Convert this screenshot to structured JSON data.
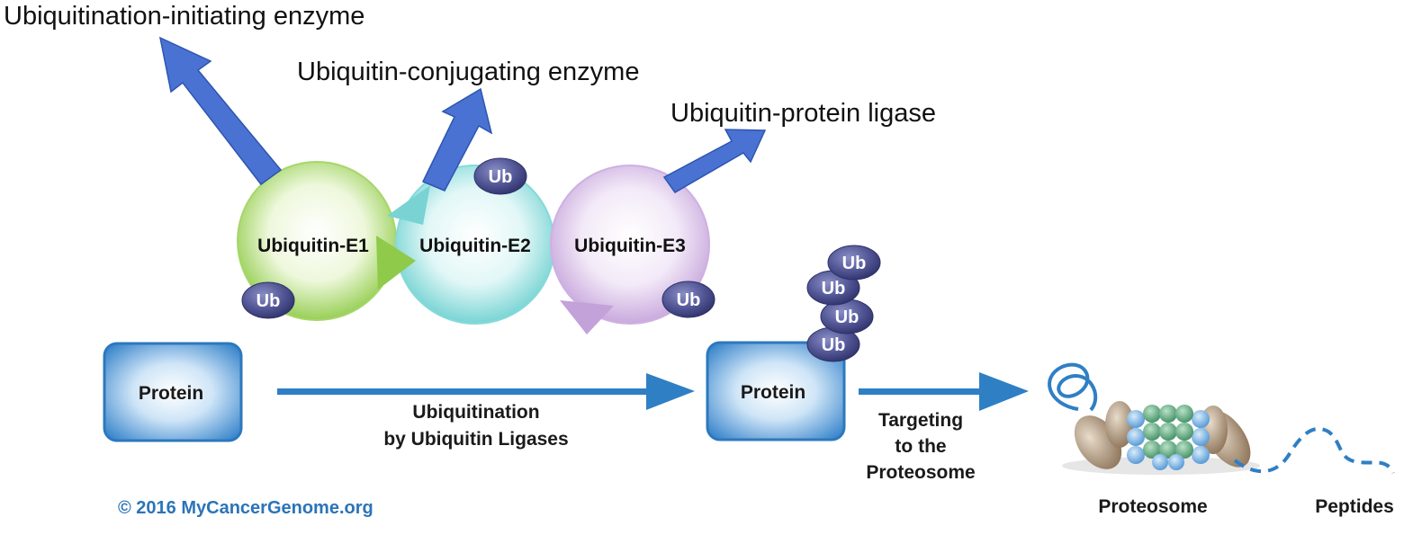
{
  "callouts": {
    "e1": "Ubiquitination-initiating enzyme",
    "e2": "Ubiquitin-conjugating enzyme",
    "e3": "Ubiquitin-protein ligase"
  },
  "enzymes": {
    "e1": "Ubiquitin-E1",
    "e2": "Ubiquitin-E2",
    "e3": "Ubiquitin-E3"
  },
  "ub_label": "Ub",
  "protein_label": "Protein",
  "steps": {
    "ubiquitination": [
      "Ubiquitination",
      "by Ubiquitin Ligases"
    ],
    "targeting": [
      "Targeting",
      "to the",
      "Proteosome"
    ]
  },
  "proteosome_label": "Proteosome",
  "peptides_label": "Peptides",
  "copyright": "© 2016 MyCancerGenome.org",
  "colors": {
    "callout_arrow": "#4a72d2",
    "process_arrow": "#2f7fc4",
    "e1": "#a9d86a",
    "e2": "#8fdede",
    "e3": "#d2b8e4",
    "ub": "#4a4e8c",
    "protein": "#3a86cc",
    "copyright": "#2b74b8"
  }
}
